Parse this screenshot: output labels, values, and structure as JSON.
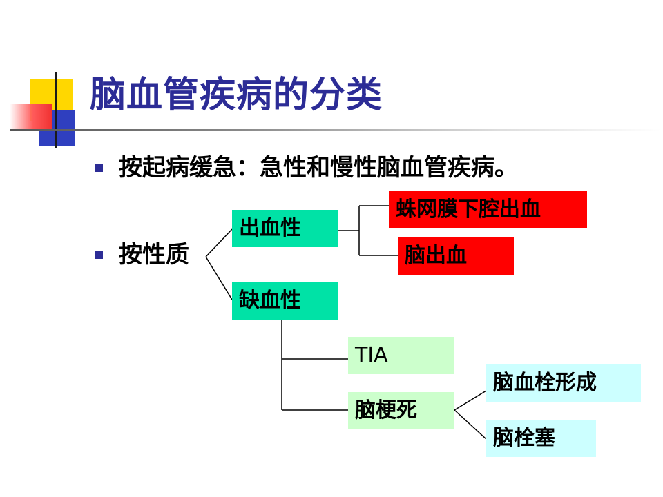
{
  "slide": {
    "title": "脑血管疾病的分类",
    "bullets": [
      "按起病缓急：急性和慢性脑血管疾病。",
      "按性质"
    ]
  },
  "diagram": {
    "hemorrhagic": "出血性",
    "subarachnoid": "蛛网膜下腔出血",
    "cerebral_hemorrhage": "脑出血",
    "ischemic": "缺血性",
    "tia": "TIA",
    "infarction": "脑梗死",
    "thrombosis": "脑血栓形成",
    "embolism": "脑栓塞"
  },
  "colors": {
    "title": "#2c2c96",
    "green_box": "#00e2a6",
    "red_box": "#ff0000",
    "light_green_box": "#ccffcc",
    "light_cyan_box": "#ccffff"
  }
}
